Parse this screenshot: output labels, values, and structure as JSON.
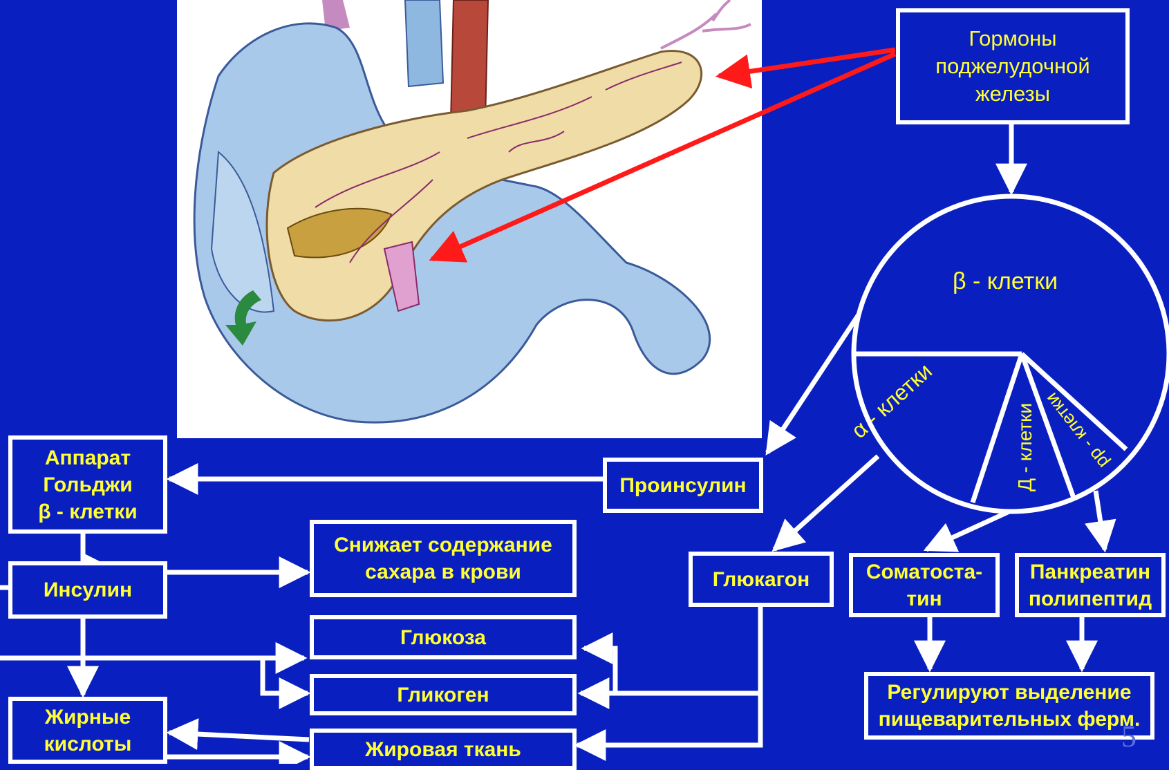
{
  "hormones_title": "Гормоны\nподжелудочной\nжелезы",
  "beta_cells": "β - клетки",
  "alpha_cells": "α - клетки",
  "d_cells": "Д - клетки",
  "pp_cells": "pp - клетки",
  "golgi": "Аппарат\nГольджи\nβ - клетки",
  "proinsulin": "Проинсулин",
  "insulin": "Инсулин",
  "lowers_sugar": "Снижает содержание\nсахара в крови",
  "glucose": "Глюкоза",
  "glycogen": "Гликоген",
  "fatty_acids": "Жирные\nкислоты",
  "adipose_tissue": "Жировая ткань",
  "glucagon": "Глюкагон",
  "somatostatin": "Соматоста-\nтин",
  "pancreatic_polypeptide": "Панкреатин\nполипептид",
  "regulate_enzymes": "Регулируют выделение\nпищеварительных ферм.",
  "page_number": "5",
  "colors": {
    "background": "#0a1fc0",
    "text": "#ffff33",
    "lines": "#ffffff",
    "pointer_arrows": "#ff1a1a"
  },
  "illustration": "pancreas-anatomy-drawing"
}
